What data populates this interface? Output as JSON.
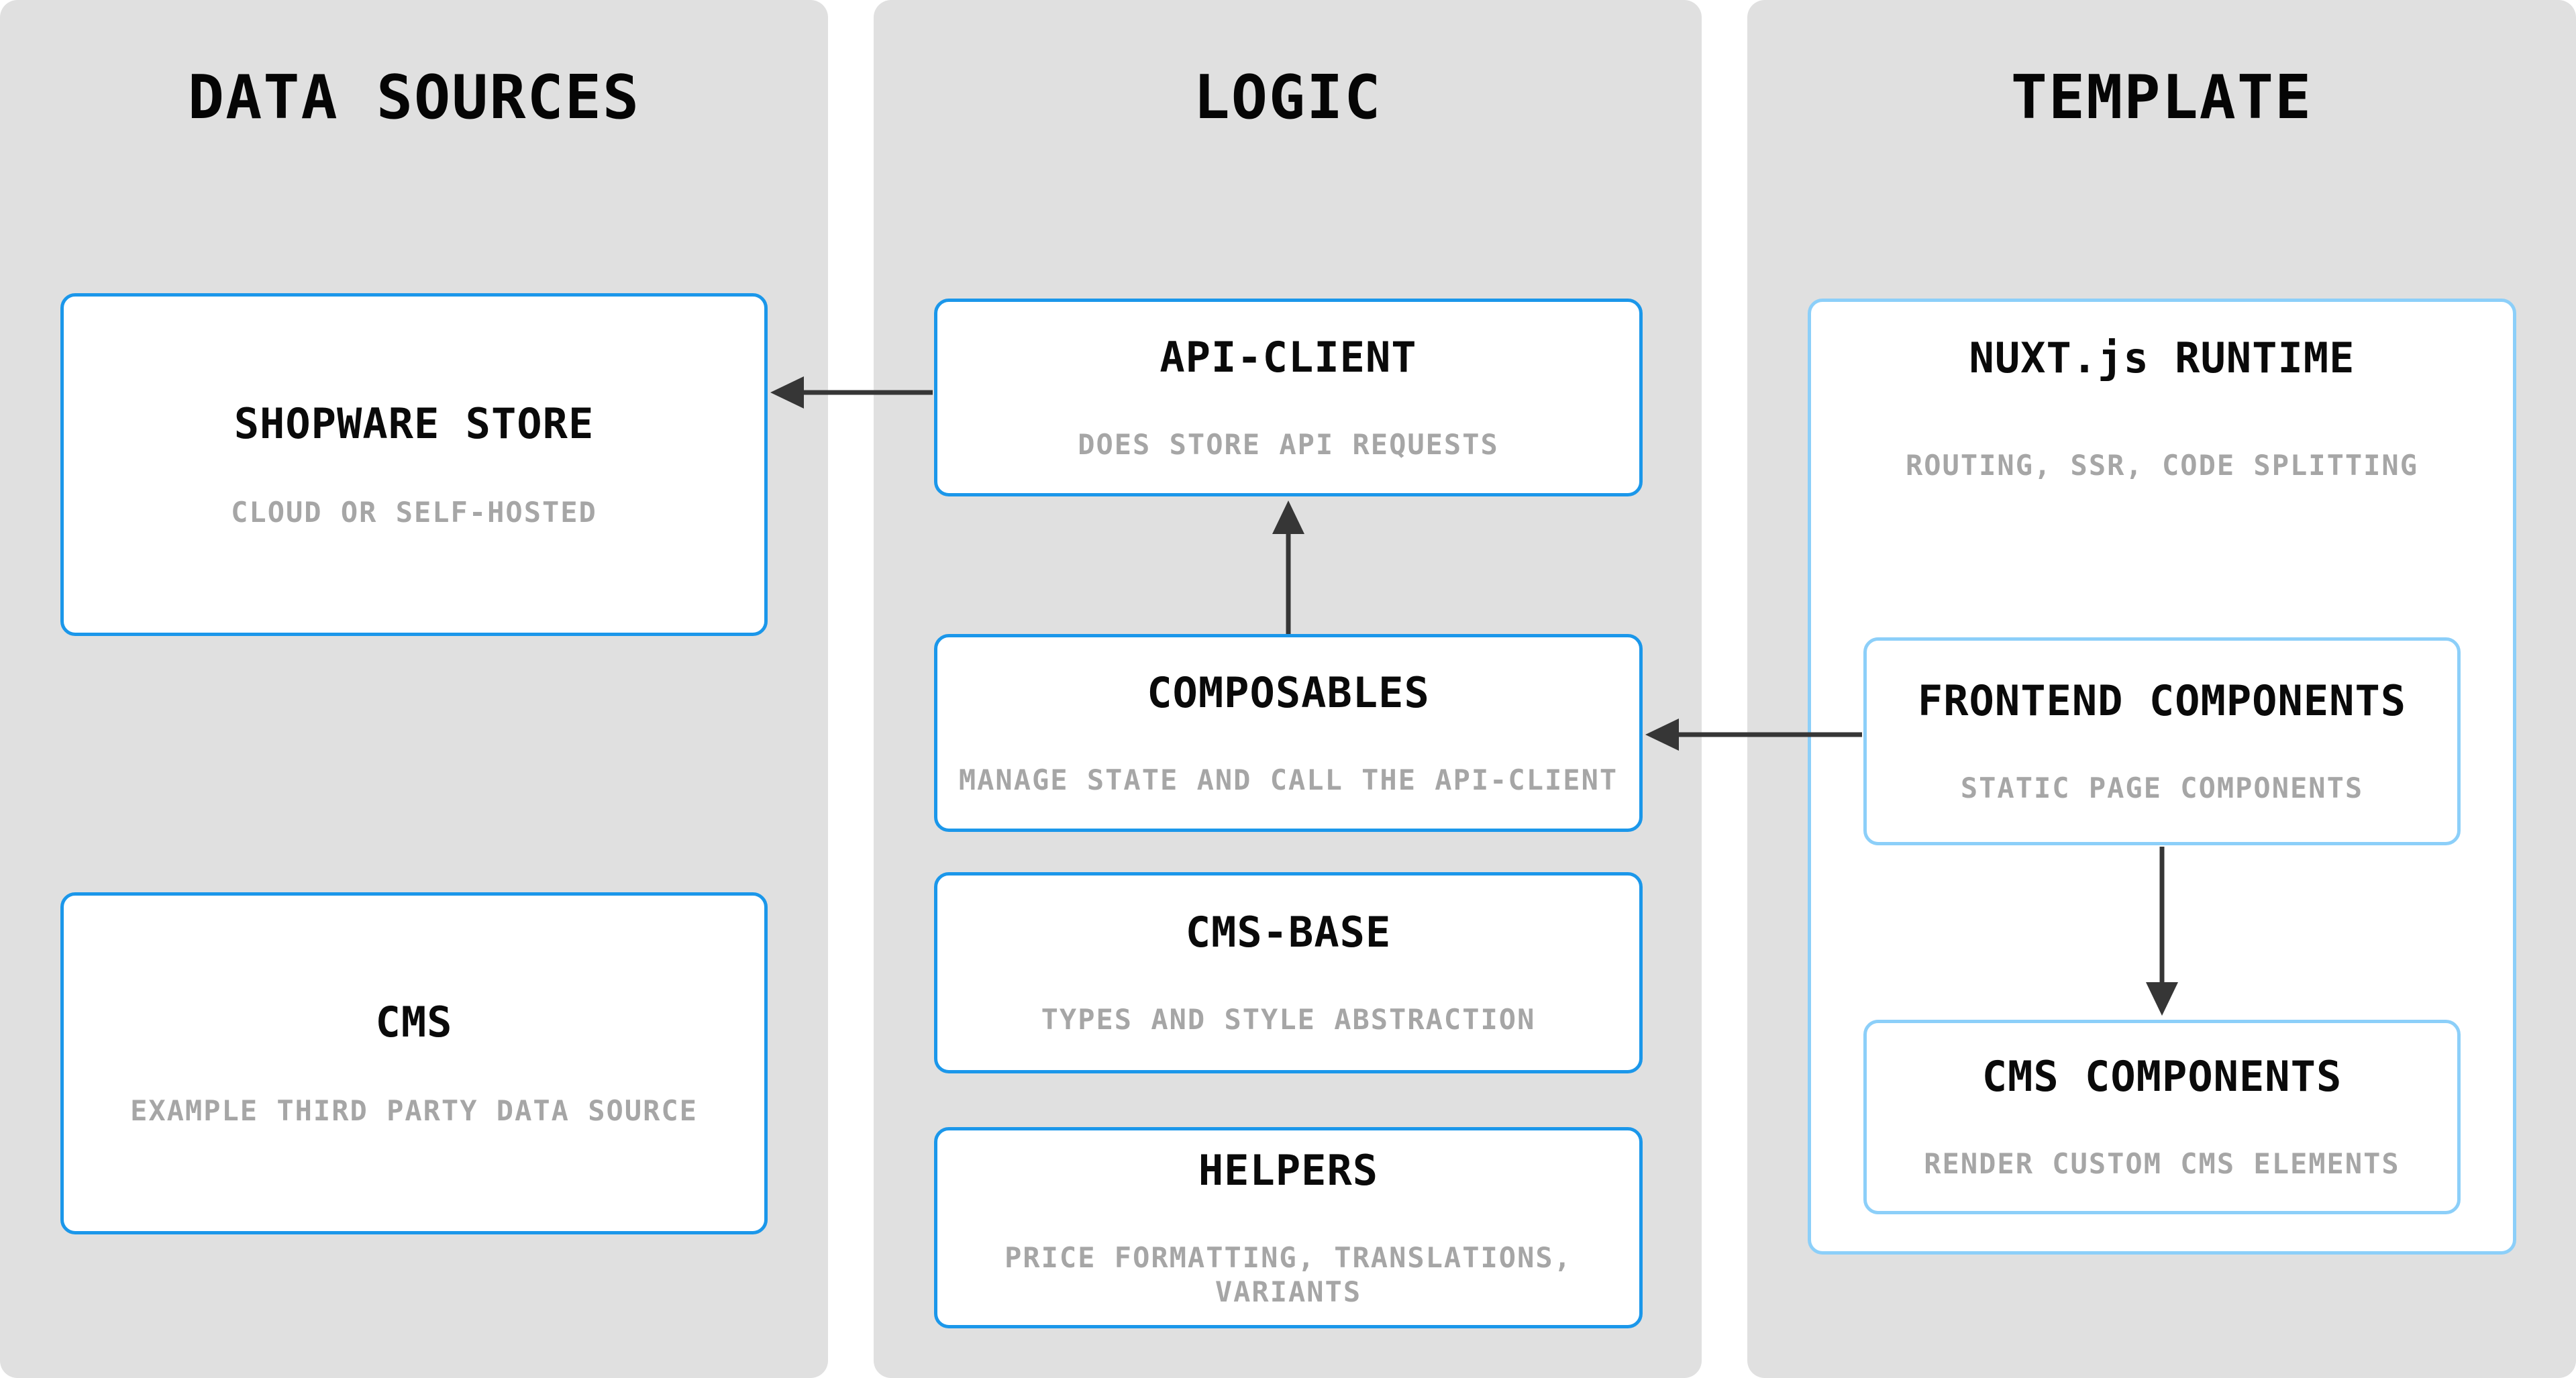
{
  "diagram_title": "Shopware frontend architecture diagram",
  "colors": {
    "panel_background": "#e0e0e0",
    "box_background": "#ffffff",
    "accent_blue_border": "#1b97ea",
    "light_blue_border": "#8ccff9",
    "title_text": "#0a0a0a",
    "subtitle_text": "#a6a6a6",
    "arrow": "#363636"
  },
  "columns": [
    {
      "id": "data-sources",
      "title": "DATA SOURCES",
      "boxes": [
        {
          "id": "shopware-store",
          "title": "SHOPWARE STORE",
          "subtitle": "CLOUD OR SELF-HOSTED"
        },
        {
          "id": "cms",
          "title": "CMS",
          "subtitle": "EXAMPLE THIRD PARTY DATA SOURCE"
        }
      ]
    },
    {
      "id": "logic",
      "title": "LOGIC",
      "boxes": [
        {
          "id": "api-client",
          "title": "API-CLIENT",
          "subtitle": "DOES STORE API REQUESTS"
        },
        {
          "id": "composables",
          "title": "COMPOSABLES",
          "subtitle": "MANAGE STATE AND CALL THE API-CLIENT"
        },
        {
          "id": "cms-base",
          "title": "CMS-BASE",
          "subtitle": "TYPES AND STYLE ABSTRACTION"
        },
        {
          "id": "helpers",
          "title": "HELPERS",
          "subtitle": "PRICE FORMATTING, TRANSLATIONS, VARIANTS"
        }
      ]
    },
    {
      "id": "template",
      "title": "TEMPLATE",
      "runtime_box": {
        "id": "nuxt-runtime",
        "title": "NUXT.js RUNTIME",
        "subtitle": "ROUTING, SSR, CODE SPLITTING",
        "children": [
          {
            "id": "frontend-components",
            "title": "FRONTEND COMPONENTS",
            "subtitle": "STATIC PAGE COMPONENTS"
          },
          {
            "id": "cms-components",
            "title": "CMS COMPONENTS",
            "subtitle": "RENDER CUSTOM CMS ELEMENTS"
          }
        ]
      }
    }
  ],
  "arrows": [
    {
      "id": "api-client-to-shopware-store",
      "from": "API-CLIENT",
      "to": "SHOPWARE STORE",
      "direction": "left"
    },
    {
      "id": "composables-to-api-client",
      "from": "COMPOSABLES",
      "to": "API-CLIENT",
      "direction": "up"
    },
    {
      "id": "frontend-components-to-composables",
      "from": "FRONTEND COMPONENTS",
      "to": "COMPOSABLES",
      "direction": "left"
    },
    {
      "id": "frontend-components-to-cms-components",
      "from": "FRONTEND COMPONENTS",
      "to": "CMS COMPONENTS",
      "direction": "down"
    }
  ]
}
